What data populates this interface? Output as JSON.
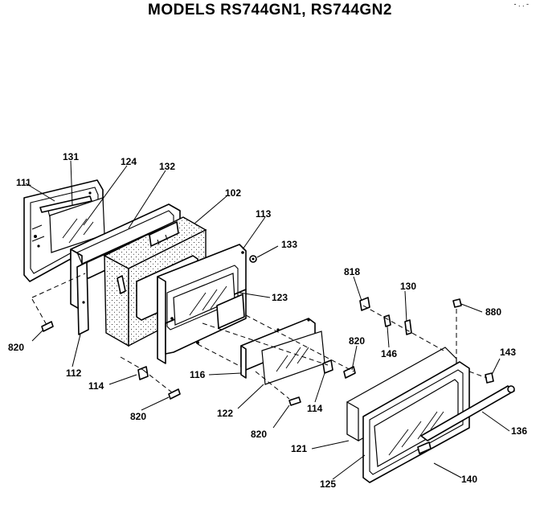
{
  "title": "MODELS RS744GN1, RS744GN2",
  "corner_mark": "- . . -",
  "callouts": {
    "c111": "111",
    "c131": "131",
    "c124": "124",
    "c132": "132",
    "c102": "102",
    "c113": "113",
    "c133": "133",
    "c818": "818",
    "c130": "130",
    "c880": "880",
    "c123": "123",
    "c820a": "820",
    "c112": "112",
    "c114a": "114",
    "c820b": "820",
    "c116": "116",
    "c820c": "820",
    "c146": "146",
    "c143": "143",
    "c122": "122",
    "c820d": "820",
    "c114b": "114",
    "c136": "136",
    "c121": "121",
    "c125": "125",
    "c140": "140"
  }
}
